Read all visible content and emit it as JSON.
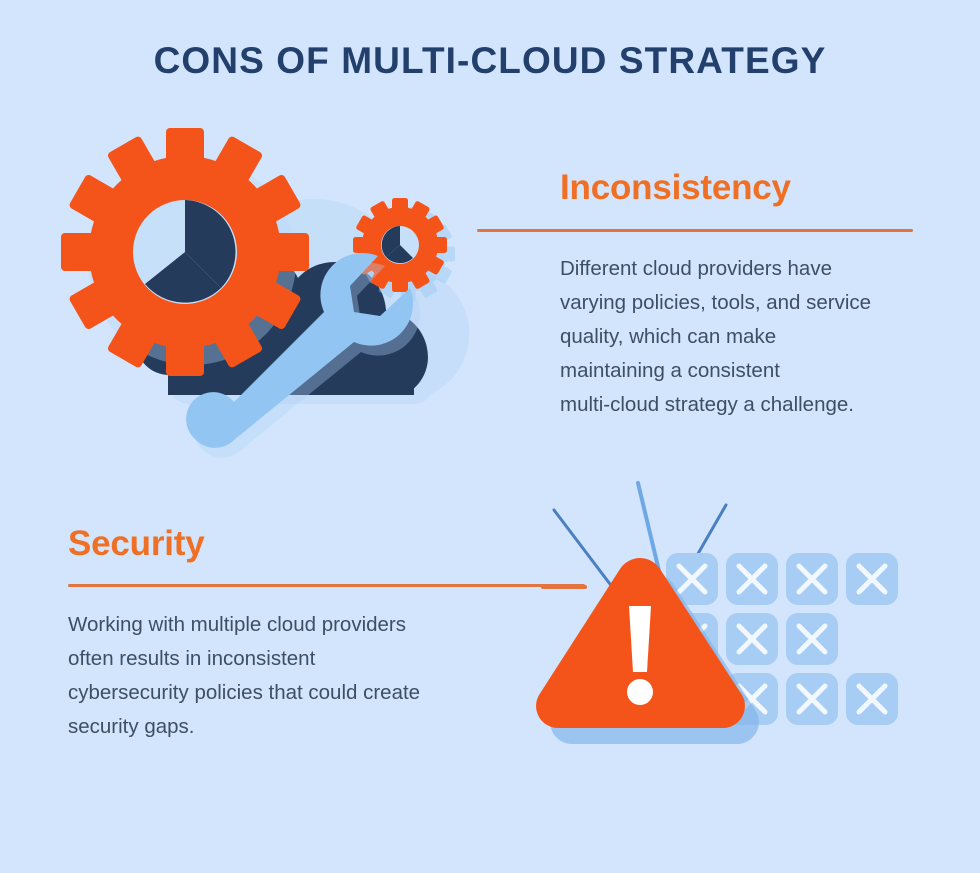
{
  "page": {
    "title": "CONS OF MULTI-CLOUD STRATEGY",
    "background_color": "#d2e5fc"
  },
  "colors": {
    "background": "#d2e5fc",
    "title_navy": "#22406b",
    "accent_orange": "#ef7024",
    "illustration_orange": "#f4541a",
    "illustration_navy": "#243b5c",
    "light_blue": "#92c5f2",
    "rule_orange": "#e3743f",
    "body_text": "#3d4f63",
    "tile_blue": "#a8cdf4",
    "tile_x_white": "#f4faff"
  },
  "sections": [
    {
      "id": "inconsistency",
      "heading": "Inconsistency",
      "body": "Different cloud providers have varying policies, tools, and service quality, which can make maintaining a consistent multi-cloud strategy a challenge.",
      "body_lines": [
        "Different cloud providers have",
        "varying policies, tools, and service",
        "quality, which can make",
        "maintaining a consistent",
        "multi-cloud strategy a challenge."
      ],
      "illustration": "cloud-gears-wrench-icon"
    },
    {
      "id": "security",
      "heading": "Security",
      "body": "Working with multiple cloud providers often results in inconsistent cybersecurity policies that could create security gaps.",
      "body_lines": [
        "Working with multiple cloud providers",
        "often results in inconsistent",
        "cybersecurity policies that could create",
        "security gaps."
      ],
      "illustration": "warning-triangle-error-grid-icon"
    }
  ],
  "illustrations": {
    "cloud_gears": {
      "name": "cloud-gears-wrench-icon",
      "parts": [
        "cloud-shape",
        "large-gear",
        "small-gear",
        "wrench"
      ]
    },
    "warning_grid": {
      "name": "warning-triangle-error-grid-icon",
      "parts": [
        "warning-triangle",
        "exclamation-mark",
        "radiating-lines",
        "error-tile-grid"
      ],
      "tile_grid": {
        "columns": 4,
        "rows": 3,
        "tile_glyph": "X",
        "visible_tiles": 11
      }
    }
  }
}
